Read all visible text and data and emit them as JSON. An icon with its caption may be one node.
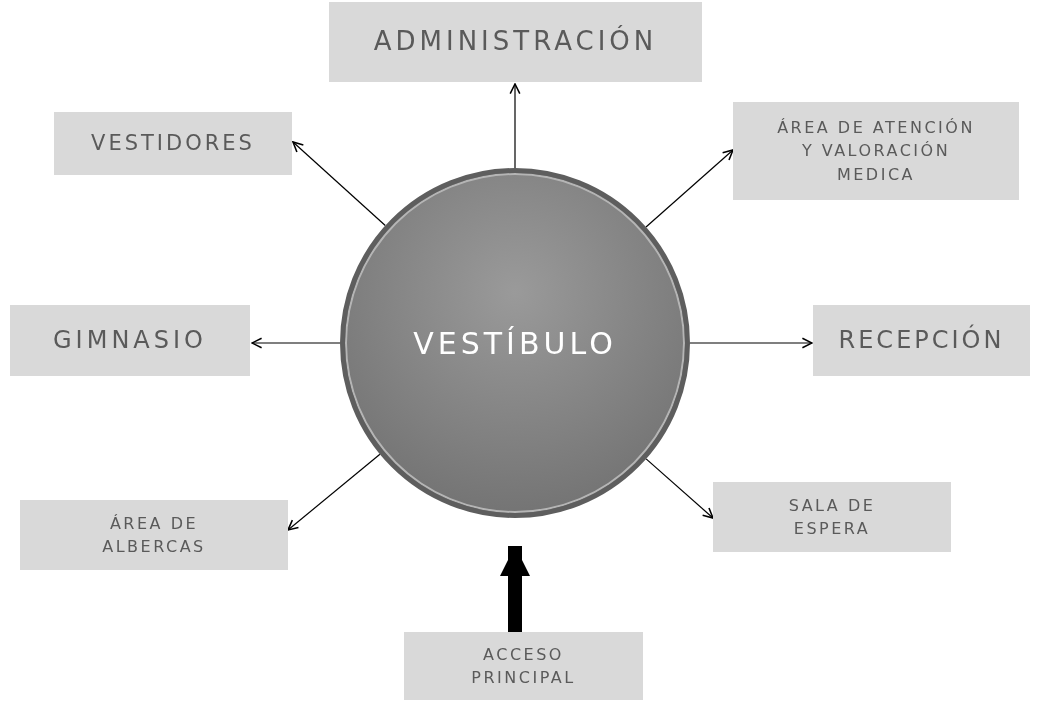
{
  "diagram": {
    "nodes": [
      {
        "text": [
          "VESTÍBULO"
        ]
      },
      {
        "text": [
          "ADMINISTRACIÓN"
        ]
      },
      {
        "text": [
          "VESTIDORES"
        ]
      },
      {
        "text": [
          "ÁREA DE ATENCIÓN Y VALORACIÓN MEDICA"
        ]
      },
      {
        "text": [
          "GIMNASIO"
        ]
      },
      {
        "text": [
          "RECEPCIÓN"
        ]
      },
      {
        "text": [
          "ÁREA DE ALBERCAS"
        ]
      },
      {
        "text": [
          "SALA DE ESPERA"
        ]
      },
      {
        "text": [
          "ACCESO PRINCIPAL"
        ]
      }
    ],
    "edges": [
      {
        "from": 0,
        "to": 1,
        "arrow": "to"
      },
      {
        "from": 0,
        "to": 2,
        "arrow": "to"
      },
      {
        "from": 0,
        "to": 3,
        "arrow": "to"
      },
      {
        "from": 0,
        "to": 4,
        "arrow": "to"
      },
      {
        "from": 0,
        "to": 5,
        "arrow": "to"
      },
      {
        "from": 0,
        "to": 6,
        "arrow": "to"
      },
      {
        "from": 0,
        "to": 7,
        "arrow": "to"
      },
      {
        "from": 8,
        "to": 0,
        "arrow": "to",
        "style": "thick"
      }
    ]
  }
}
